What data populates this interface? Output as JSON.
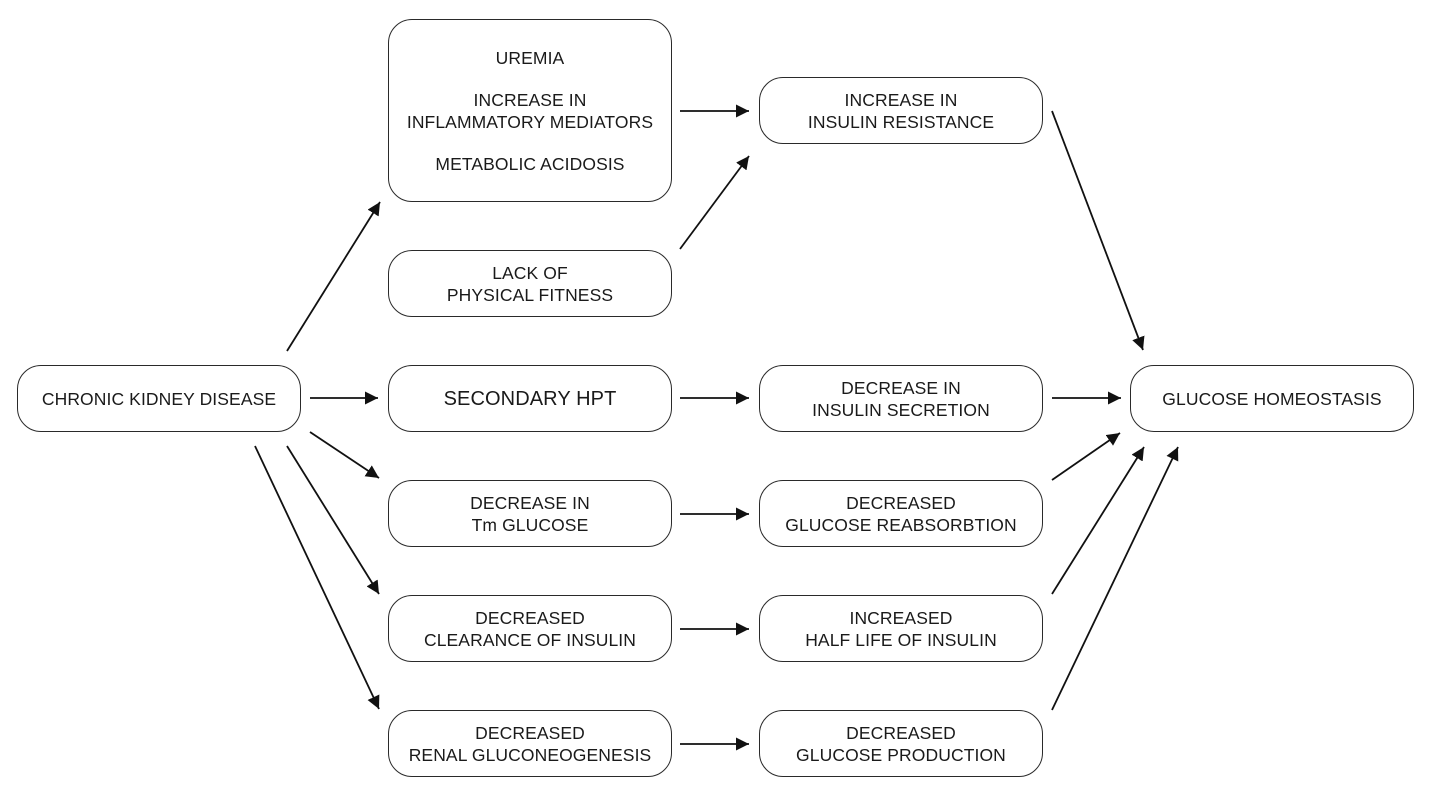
{
  "nodes": {
    "ckd": [
      "CHRONIC KIDNEY DISEASE"
    ],
    "uremia_group": {
      "uremia": "UREMIA",
      "inflammatory": [
        "INCREASE IN",
        "INFLAMMATORY MEDIATORS"
      ],
      "acidosis": "METABOLIC ACIDOSIS"
    },
    "fitness": [
      "LACK OF",
      "PHYSICAL FITNESS"
    ],
    "hpt": [
      "SECONDARY HPT"
    ],
    "tm_glucose": [
      "DECREASE IN",
      "Tm GLUCOSE"
    ],
    "clearance": [
      "DECREASED",
      "CLEARANCE OF INSULIN"
    ],
    "gluconeo": [
      "DECREASED",
      "RENAL GLUCONEOGENESIS"
    ],
    "resistance": [
      "INCREASE IN",
      "INSULIN RESISTANCE"
    ],
    "secretion": [
      "DECREASE IN",
      "INSULIN SECRETION"
    ],
    "reabsorption": [
      "DECREASED",
      "GLUCOSE REABSORBTION"
    ],
    "half_life": [
      "INCREASED",
      "HALF LIFE OF INSULIN"
    ],
    "production": [
      "DECREASED",
      "GLUCOSE PRODUCTION"
    ],
    "homeostasis": [
      "GLUCOSE HOMEOSTASIS"
    ]
  },
  "edges": [
    {
      "from": "ckd",
      "to": "uremia_group"
    },
    {
      "from": "ckd",
      "to": "hpt"
    },
    {
      "from": "ckd",
      "to": "tm_glucose"
    },
    {
      "from": "ckd",
      "to": "clearance"
    },
    {
      "from": "ckd",
      "to": "gluconeo"
    },
    {
      "from": "uremia_group",
      "to": "resistance"
    },
    {
      "from": "fitness",
      "to": "resistance"
    },
    {
      "from": "hpt",
      "to": "secretion"
    },
    {
      "from": "tm_glucose",
      "to": "reabsorption"
    },
    {
      "from": "clearance",
      "to": "half_life"
    },
    {
      "from": "gluconeo",
      "to": "production"
    },
    {
      "from": "resistance",
      "to": "homeostasis"
    },
    {
      "from": "secretion",
      "to": "homeostasis"
    },
    {
      "from": "reabsorption",
      "to": "homeostasis"
    },
    {
      "from": "half_life",
      "to": "homeostasis"
    },
    {
      "from": "production",
      "to": "homeostasis"
    }
  ]
}
